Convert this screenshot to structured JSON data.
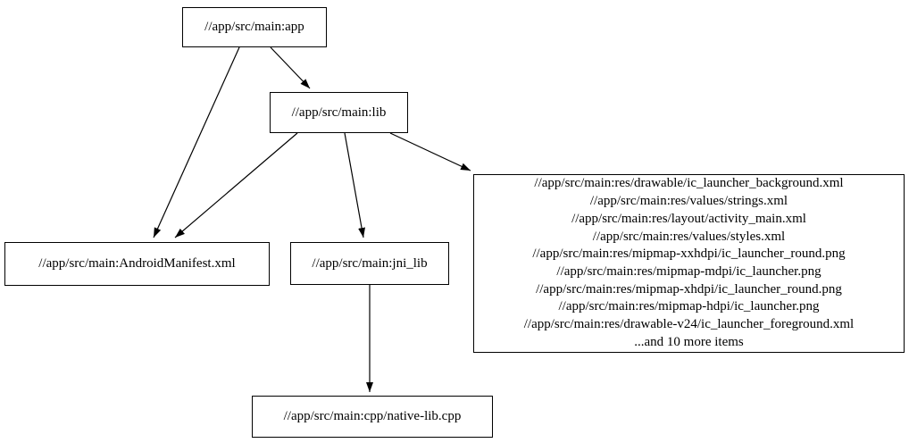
{
  "diagram": {
    "type": "directed-dependency-graph",
    "colors": {
      "background": "#ffffff",
      "node_fill": "#ffffff",
      "node_border": "#000000",
      "edge": "#000000",
      "text": "#000000"
    },
    "nodes": {
      "app": {
        "label": "//app/src/main:app"
      },
      "lib": {
        "label": "//app/src/main:lib"
      },
      "android_manifest": {
        "label": "//app/src/main:AndroidManifest.xml"
      },
      "jni_lib": {
        "label": "//app/src/main:jni_lib"
      },
      "native_lib": {
        "label": "//app/src/main:cpp/native-lib.cpp"
      },
      "res_group": {
        "lines": [
          "//app/src/main:res/drawable/ic_launcher_background.xml",
          "//app/src/main:res/values/strings.xml",
          "//app/src/main:res/layout/activity_main.xml",
          "//app/src/main:res/values/styles.xml",
          "//app/src/main:res/mipmap-xxhdpi/ic_launcher_round.png",
          "//app/src/main:res/mipmap-mdpi/ic_launcher.png",
          "//app/src/main:res/mipmap-xhdpi/ic_launcher_round.png",
          "//app/src/main:res/mipmap-hdpi/ic_launcher.png",
          "//app/src/main:res/drawable-v24/ic_launcher_foreground.xml",
          "...and 10 more items"
        ]
      }
    },
    "edges": [
      {
        "from": "app",
        "to": "android_manifest"
      },
      {
        "from": "app",
        "to": "lib"
      },
      {
        "from": "lib",
        "to": "android_manifest"
      },
      {
        "from": "lib",
        "to": "jni_lib"
      },
      {
        "from": "lib",
        "to": "res_group"
      },
      {
        "from": "jni_lib",
        "to": "native_lib"
      }
    ]
  }
}
